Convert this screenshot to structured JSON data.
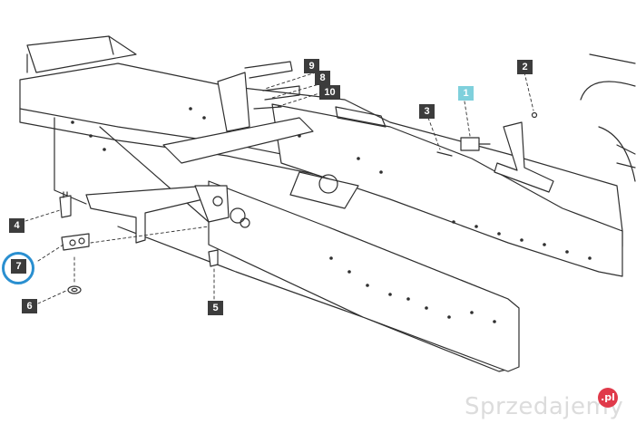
{
  "callouts": [
    "1",
    "2",
    "3",
    "4",
    "5",
    "6",
    "7",
    "8",
    "9",
    "10"
  ],
  "watermark": {
    "text": "Sprzedajemy",
    "badge": ".pl"
  },
  "colors": {
    "line": "#2f2f2f",
    "callout_bg": "#3c3c3c",
    "callout_highlight": "#7fd0dc",
    "ring": "#2a8fd0",
    "watermark": "#dcdcdc",
    "badge": "#e03a4a"
  }
}
